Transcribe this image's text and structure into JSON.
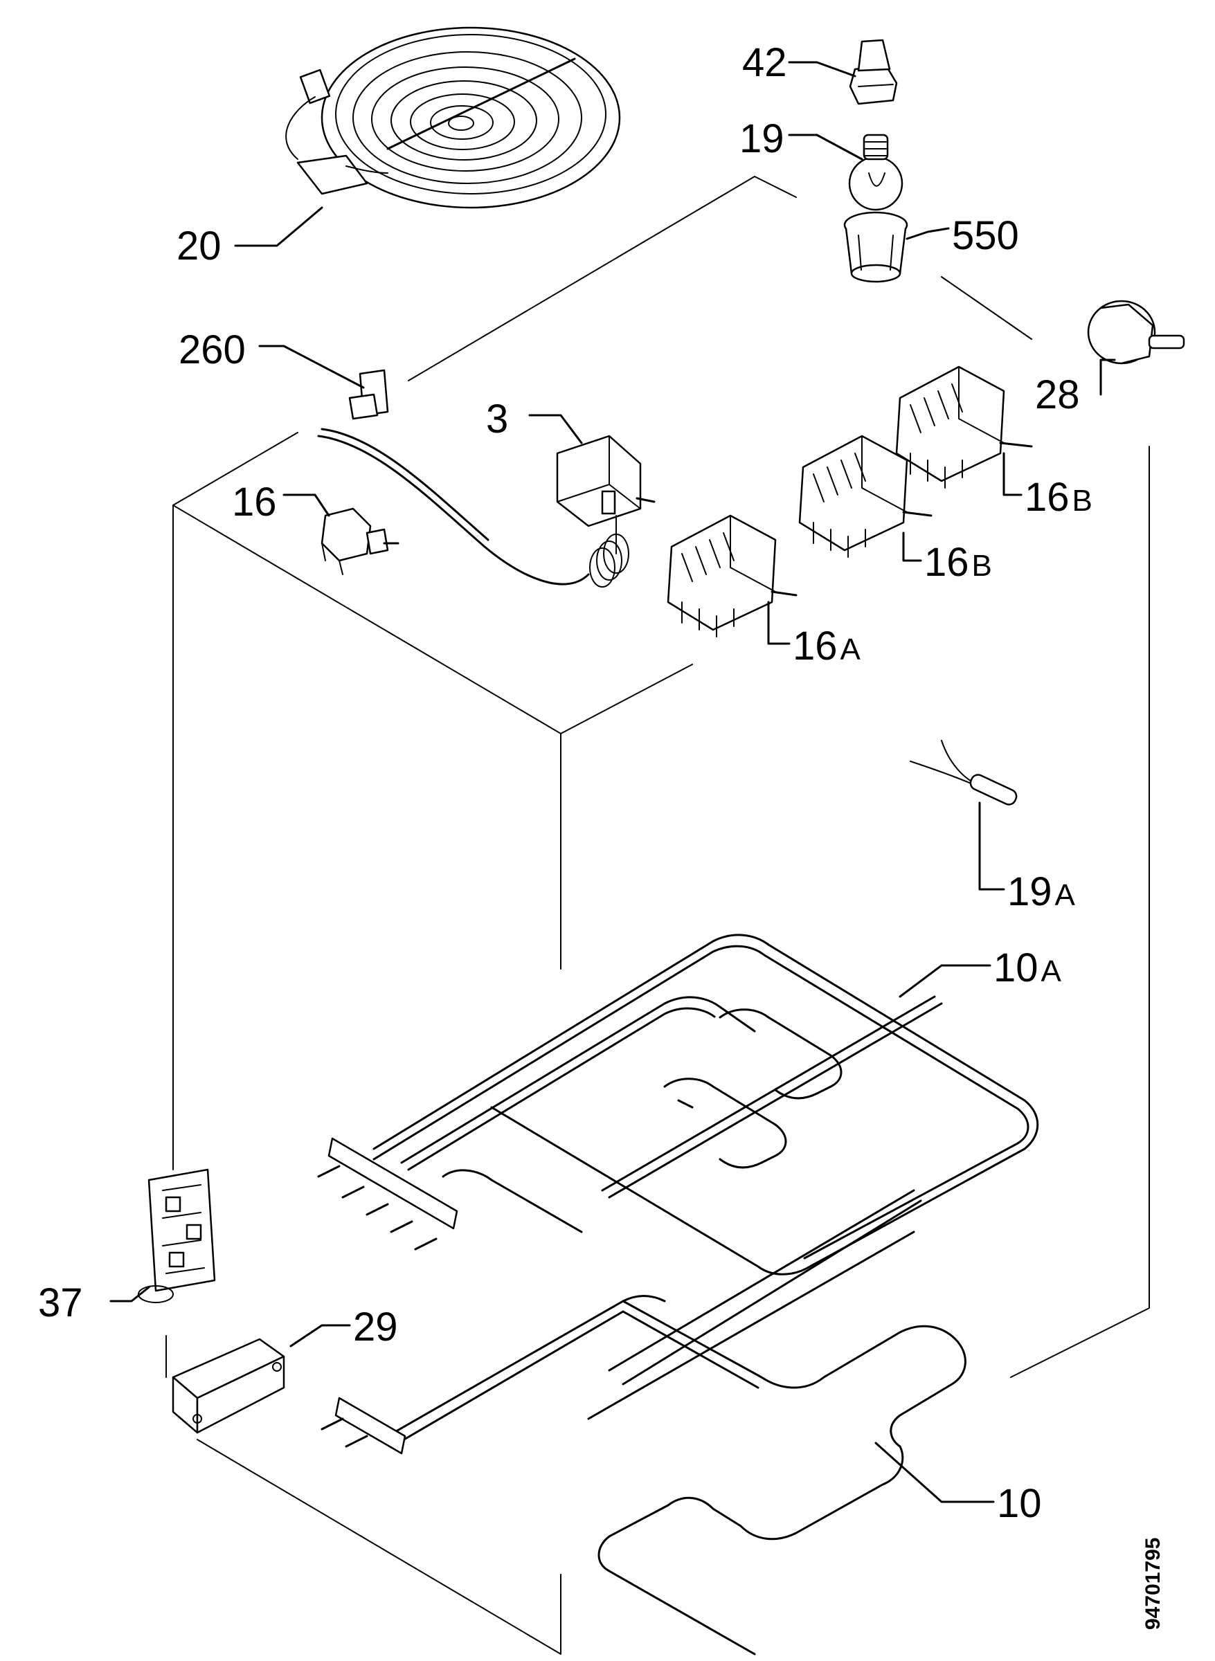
{
  "callouts": [
    {
      "id": "c20",
      "number": "20",
      "suffix": ""
    },
    {
      "id": "c42",
      "number": "42",
      "suffix": ""
    },
    {
      "id": "c19",
      "number": "19",
      "suffix": ""
    },
    {
      "id": "c550",
      "number": "550",
      "suffix": ""
    },
    {
      "id": "c260",
      "number": "260",
      "suffix": ""
    },
    {
      "id": "c3",
      "number": "3",
      "suffix": ""
    },
    {
      "id": "c28",
      "number": "28",
      "suffix": ""
    },
    {
      "id": "c16",
      "number": "16",
      "suffix": ""
    },
    {
      "id": "c16B1",
      "number": "16",
      "suffix": "B"
    },
    {
      "id": "c16B2",
      "number": "16",
      "suffix": "B"
    },
    {
      "id": "c16A",
      "number": "16",
      "suffix": "A"
    },
    {
      "id": "c19A",
      "number": "19",
      "suffix": "A"
    },
    {
      "id": "c10A",
      "number": "10",
      "suffix": "A"
    },
    {
      "id": "c37",
      "number": "37",
      "suffix": ""
    },
    {
      "id": "c29",
      "number": "29",
      "suffix": ""
    },
    {
      "id": "c10",
      "number": "10",
      "suffix": ""
    }
  ],
  "drawing_code": "94701795"
}
